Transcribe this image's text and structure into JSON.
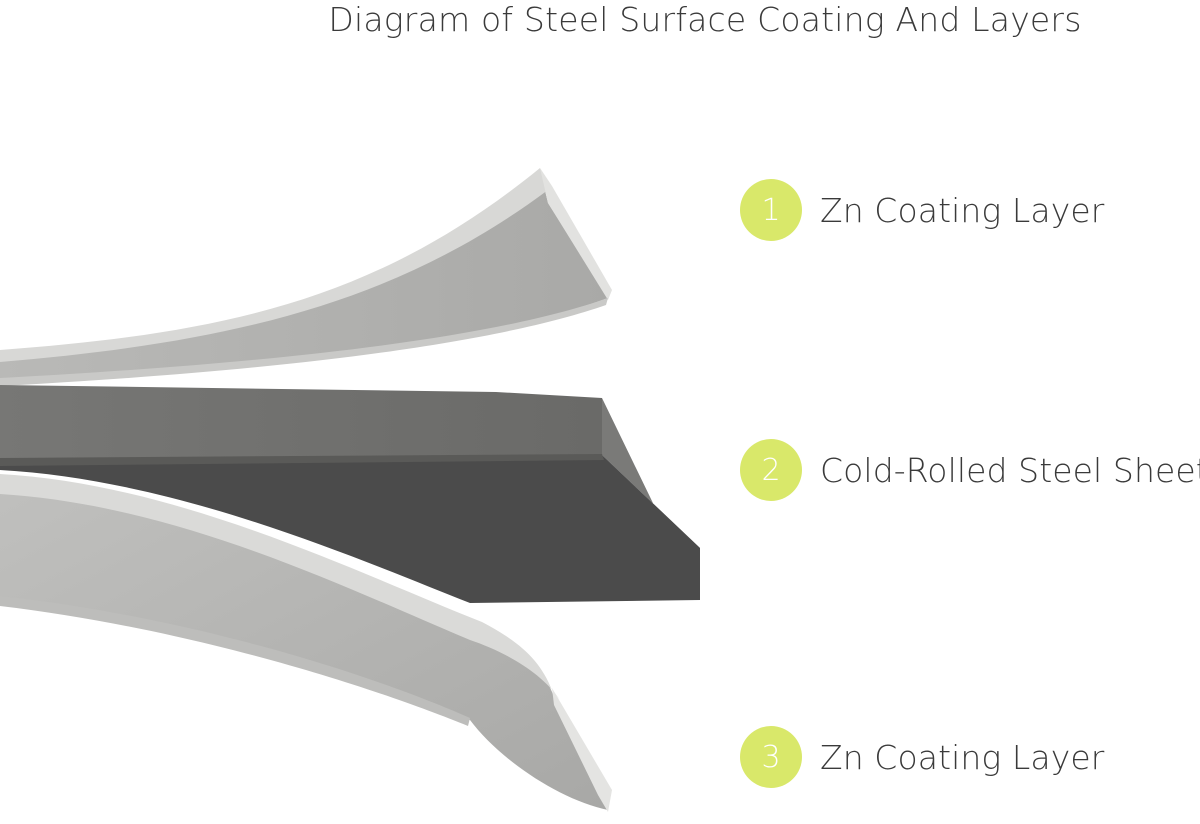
{
  "title": "Diagram of Steel Surface Coating And Layers",
  "colors": {
    "badge": "#d9e86a",
    "coating_face": "#b3b3b1",
    "coating_edge": "#dadad8",
    "steel_top": "#6f6f6d",
    "steel_front": "#4b4b4b"
  },
  "layers": [
    {
      "number": "1",
      "label": "Zn Coating Layer"
    },
    {
      "number": "2",
      "label": "Cold-Rolled Steel Sheet"
    },
    {
      "number": "3",
      "label": "Zn Coating Layer"
    }
  ]
}
